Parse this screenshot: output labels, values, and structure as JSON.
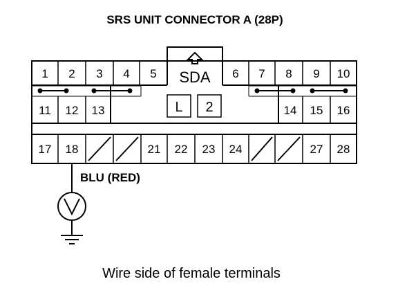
{
  "title": "SRS UNIT CONNECTOR A (28P)",
  "caption": "Wire side of female terminals",
  "wire_label": "BLU (RED)",
  "center_block": {
    "label": "SDA",
    "key_left": "L",
    "key_right": "2"
  },
  "row1": [
    "1",
    "2",
    "3",
    "4",
    "5",
    "6",
    "7",
    "8",
    "9",
    "10"
  ],
  "row2_left": [
    "11",
    "12",
    "13"
  ],
  "row2_right": [
    "14",
    "15",
    "16"
  ],
  "row3": [
    "17",
    "18",
    "",
    "",
    "21",
    "22",
    "23",
    "24",
    "",
    "",
    "27",
    "28"
  ],
  "meter_icon": "voltmeter-icon",
  "ground_icon": "ground-icon",
  "arrow_icon": "up-arrow-icon",
  "line_color": "#000000"
}
